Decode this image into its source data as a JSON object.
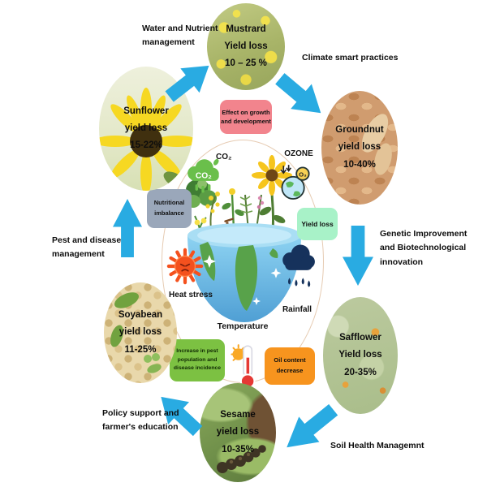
{
  "colors": {
    "arrow_blue": "#29abe2",
    "pink_box": "#f2848d",
    "gray_box": "#9aa7ba",
    "mint_box": "#a8f2c8",
    "green_box": "#7cc142",
    "orange_box": "#f7941e"
  },
  "practices": {
    "water_nutrient": "Water and Nutrient\nmanagement",
    "climate_smart": "Climate smart practices",
    "genetic": "Genetic Improvement\nand Biotechnological\ninnovation",
    "soil_health": "Soil Health Managemnt",
    "policy": "Policy support and\nfarmer's education",
    "pest_disease": "Pest and disease\nmanagement"
  },
  "crops": {
    "mustard": {
      "line1": "Mustrard",
      "line2": "Yield loss",
      "line3": "10 – 25 %"
    },
    "sunflower": {
      "line1": "Sunflower",
      "line2": "yield loss",
      "line3": "15-22%"
    },
    "groundnut": {
      "line1": "Groundnut",
      "line2": "yield loss",
      "line3": "10-40%"
    },
    "safflower": {
      "line1": "Safflower",
      "line2": "Yield loss",
      "line3": "20-35%"
    },
    "sesame": {
      "line1": "Sesame",
      "line2": "yield loss",
      "line3": "10-35%"
    },
    "soyabean": {
      "line1": "Soyabean",
      "line2": "yield loss",
      "line3": "11-25%"
    }
  },
  "boxes": {
    "effect_growth": "Effect on growth\nand development",
    "nutritional": "Nutritional\nimbalance",
    "yield_loss": "Yield loss",
    "pest_increase": "Increase in pest\npopulation and\ndisease incidence",
    "oil_content": "Oil content\ndecrease"
  },
  "center": {
    "co2": "CO₂",
    "co2_icon": "CO₂",
    "ozone": "OZONE",
    "ozone_badge": "O₃",
    "heat_stress": "Heat stress",
    "rainfall": "Rainfall",
    "temperature": "Temperature"
  }
}
